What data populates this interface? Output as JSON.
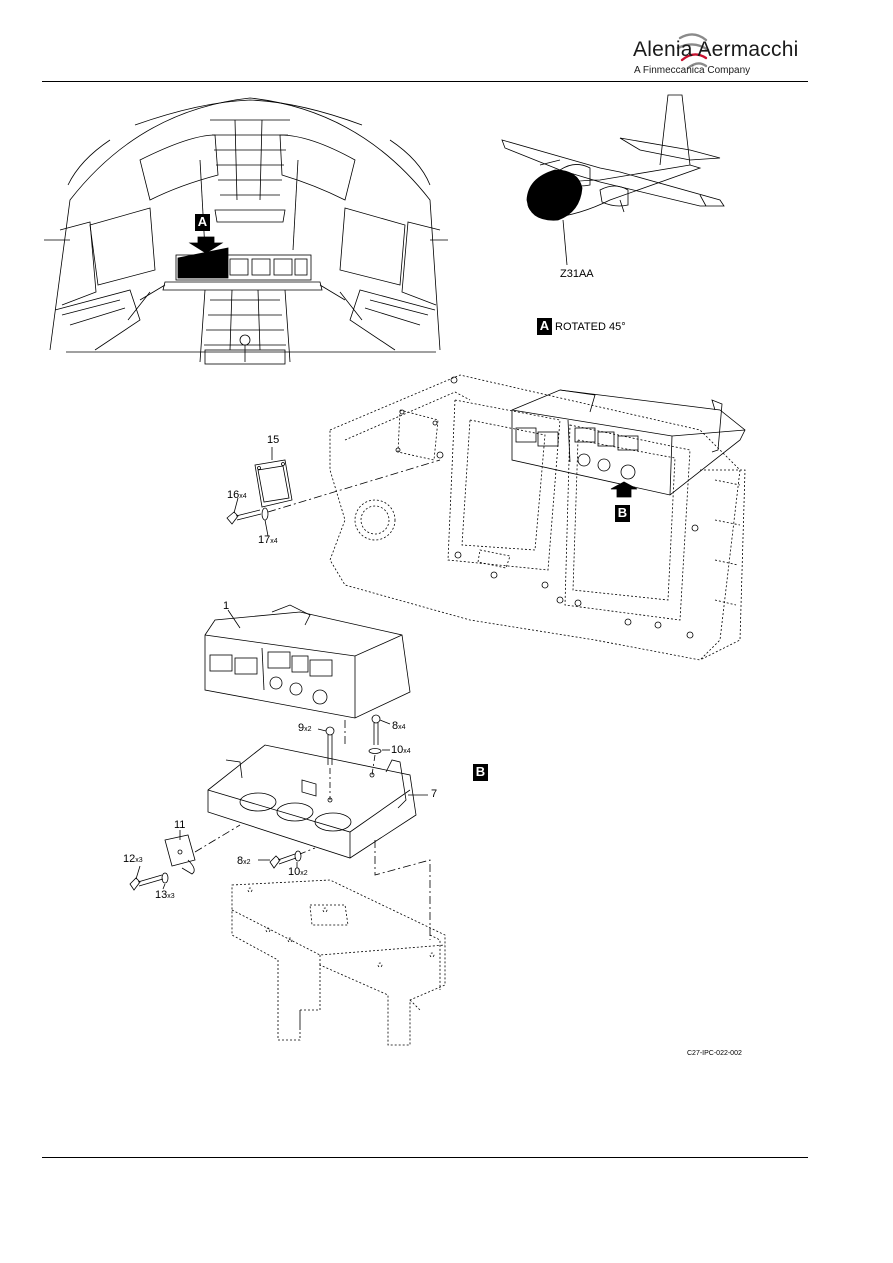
{
  "header": {
    "company": "Alenia Aermacchi",
    "tagline": "A Finmeccanica Company"
  },
  "views": {
    "view_a_letter": "A",
    "view_a_caption": "ROTATED 45°",
    "view_b_letter": "B",
    "zone_label": "Z31AA"
  },
  "callouts": [
    {
      "item": "15",
      "qty": ""
    },
    {
      "item": "16",
      "qty": "x4"
    },
    {
      "item": "17",
      "qty": "x4"
    },
    {
      "item": "1",
      "qty": ""
    },
    {
      "item": "9",
      "qty": "x2"
    },
    {
      "item": "8",
      "qty": "x4"
    },
    {
      "item": "10",
      "qty": "x4"
    },
    {
      "item": "7",
      "qty": ""
    },
    {
      "item": "11",
      "qty": ""
    },
    {
      "item": "12",
      "qty": "x3"
    },
    {
      "item": "13",
      "qty": "x3"
    },
    {
      "item": "8",
      "qty": "x2"
    },
    {
      "item": "10",
      "qty": "x2"
    }
  ],
  "figure_ref": "C27-IPC-022-002",
  "colors": {
    "ink": "#000000",
    "logo_red": "#c8102e",
    "logo_gray": "#8a8a8a",
    "background": "#ffffff"
  }
}
